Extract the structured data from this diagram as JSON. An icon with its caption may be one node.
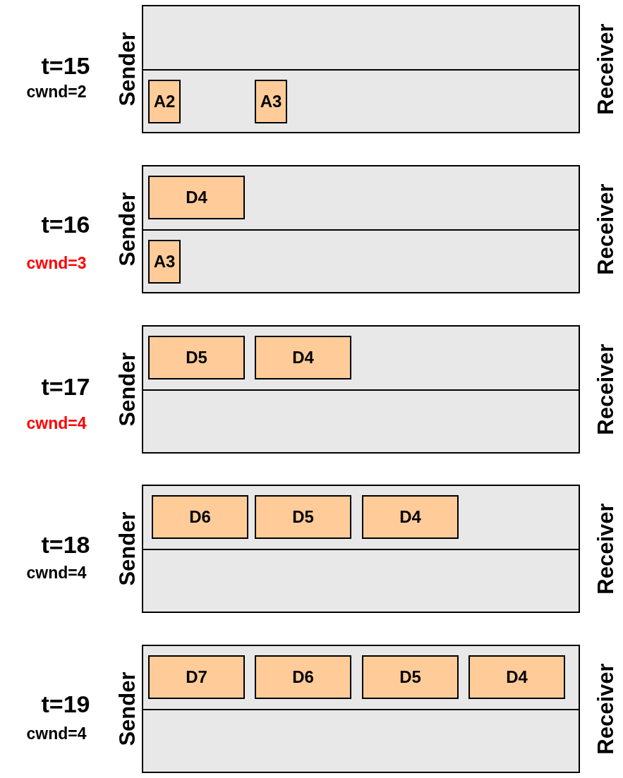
{
  "diagram": {
    "nodes": [
      {
        "text": [],
        "shape": "box",
        "beside": [
          "t=15",
          "cwnd=2",
          "Sender",
          "Receiver"
        ]
      },
      {
        "text": [
          "A2"
        ],
        "in": 0
      },
      {
        "text": [
          "A3"
        ],
        "in": 0
      },
      {
        "text": [],
        "shape": "box",
        "beside": [
          "t=16",
          "cwnd=3",
          "Sender",
          "Receiver"
        ]
      },
      {
        "text": [
          "D4"
        ],
        "in": 3
      },
      {
        "text": [
          "A3"
        ],
        "in": 3
      },
      {
        "text": [],
        "shape": "box",
        "beside": [
          "t=17",
          "cwnd=4",
          "Sender",
          "Receiver"
        ]
      },
      {
        "text": [
          "D5"
        ],
        "in": 6
      },
      {
        "text": [
          "D4"
        ],
        "in": 6
      },
      {
        "text": [],
        "shape": "box",
        "beside": [
          "t=18",
          "cwnd=4",
          "Sender",
          "Receiver"
        ]
      },
      {
        "text": [
          "D6"
        ],
        "in": 9
      },
      {
        "text": [
          "D5"
        ],
        "in": 9
      },
      {
        "text": [
          "D4"
        ],
        "in": 9
      },
      {
        "text": [],
        "shape": "box",
        "beside": [
          "t=19",
          "cwnd=4",
          "Sender",
          "Receiver"
        ]
      },
      {
        "text": [
          "D7"
        ],
        "in": 13
      },
      {
        "text": [
          "D6"
        ],
        "in": 13
      },
      {
        "text": [
          "D5"
        ],
        "in": 13
      },
      {
        "text": [
          "D4"
        ],
        "in": 13
      }
    ]
  }
}
